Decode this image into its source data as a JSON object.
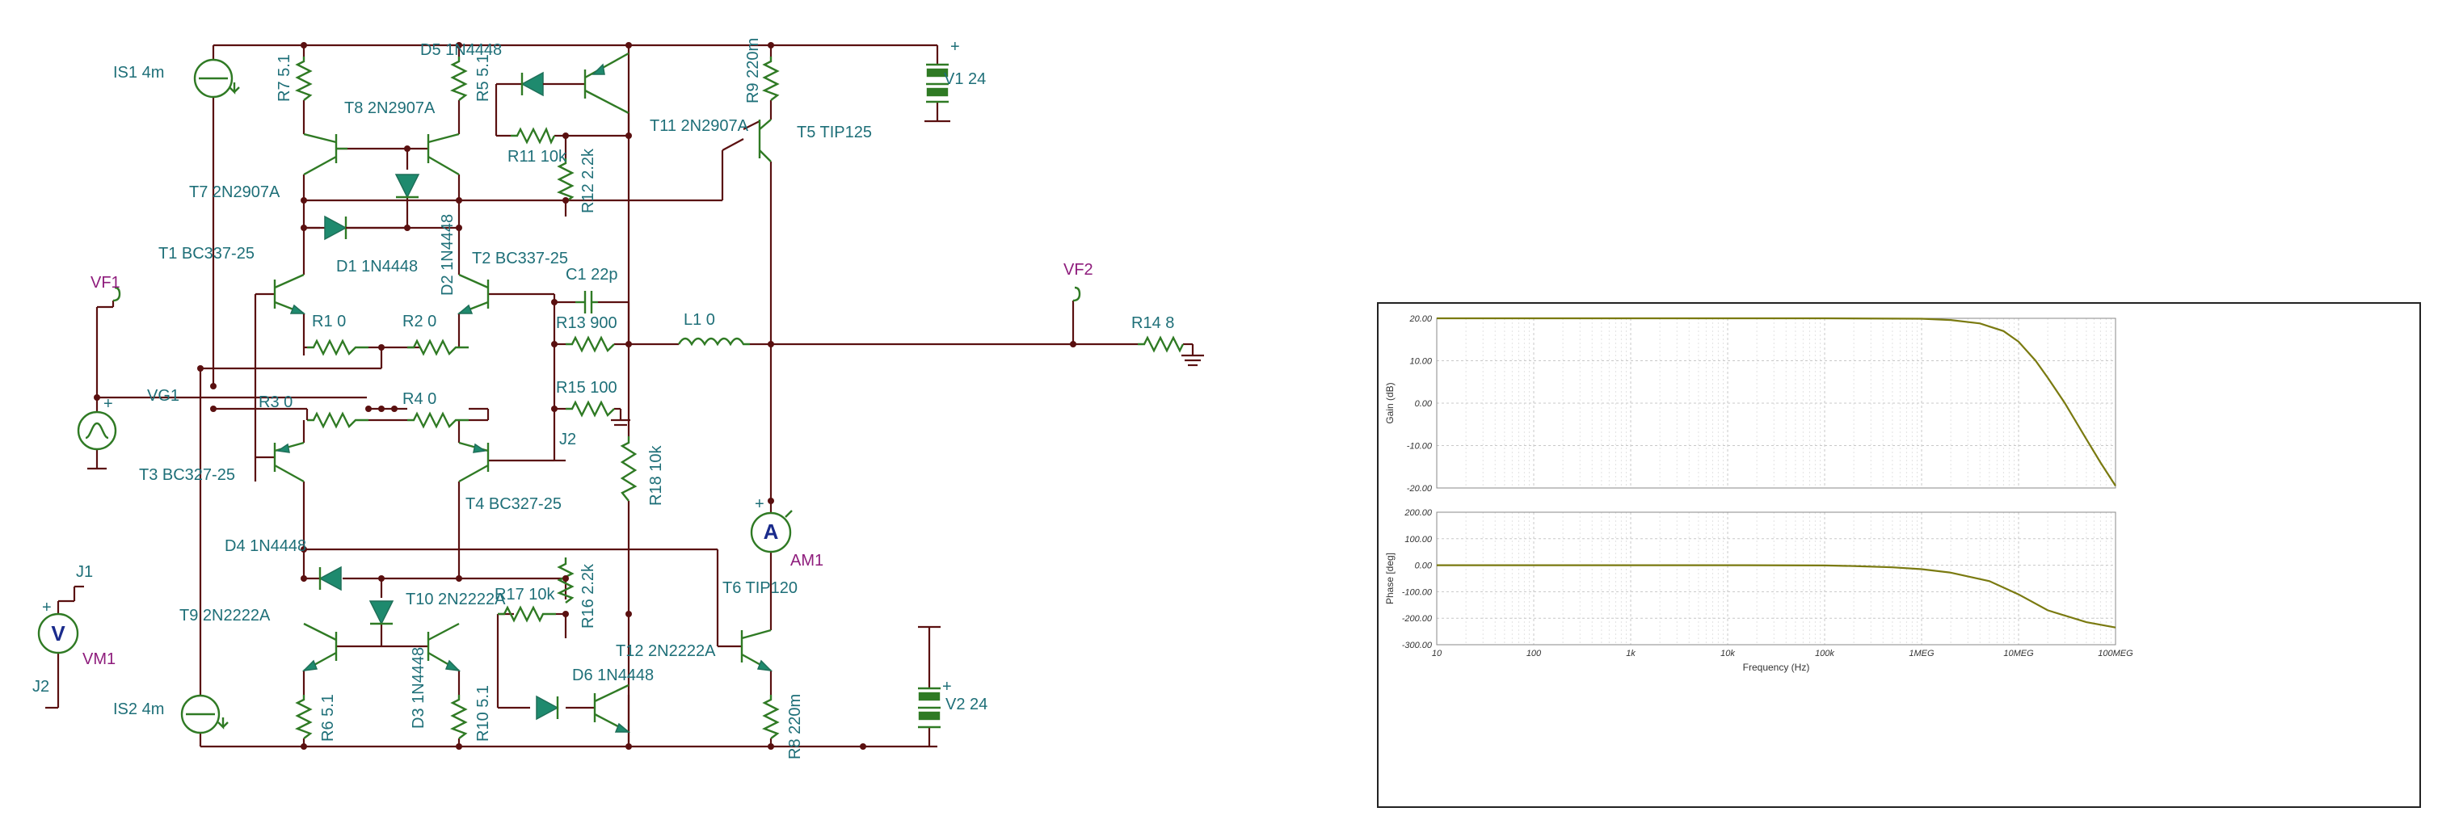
{
  "schematic": {
    "components": {
      "IS1": "IS1 4m",
      "IS2": "IS2 4m",
      "R7": "R7 5.1",
      "R5": "R5 5.1",
      "R9": "R9 220m",
      "R8": "R8 220m",
      "R6": "R6 5.1",
      "R10": "R10 5.1",
      "R1": "R1 0",
      "R2": "R2 0",
      "R3": "R3 0",
      "R4": "R4 0",
      "R11": "R11 10k",
      "R12": "R12 2.2k",
      "R13": "R13 900",
      "R14": "R14 8",
      "R15": "R15 100",
      "R16": "R16 2.2k",
      "R17": "R17 10k",
      "R18": "R18 10k",
      "D1": "D1 1N4448",
      "D2": "D2 1N4448",
      "D3": "D3 1N4448",
      "D4": "D4 1N4448",
      "D5": "D5 1N4448",
      "D6": "D6 1N4448",
      "T1": "T1 BC337-25",
      "T2": "T2 BC337-25",
      "T3": "T3 BC327-25",
      "T4": "T4 BC327-25",
      "T5": "T5 TIP125",
      "T6": "T6 TIP120",
      "T7": "T7 2N2907A",
      "T8": "T8 2N2907A",
      "T11": "T11 2N2907A",
      "T9": "T9 2N2222A",
      "T10": "T10 2N2222A",
      "T12": "T12 2N2222A",
      "C1": "C1 22p",
      "L1": "L1 0",
      "V1": "V1 24",
      "V2": "V2 24",
      "VG1": "VG1",
      "J2a": "J2",
      "J1": "J1",
      "J2b": "J2"
    },
    "probes": {
      "VF1": "VF1",
      "VF2": "VF2",
      "AM1": "AM1",
      "VM1": "VM1"
    },
    "meter_letters": {
      "ammeter": "A",
      "voltmeter": "V"
    },
    "colors": {
      "wire": "#5a1010",
      "component": "#2f7a24",
      "label": "#1e6f78",
      "probe": "#8e1c7c"
    }
  },
  "bode": {
    "gain_panel": {
      "ylabel": "Gain (dB)",
      "yticks": [
        "20.00",
        "10.00",
        "0.00",
        "-10.00",
        "-20.00"
      ],
      "ylim": [
        -20,
        20
      ]
    },
    "phase_panel": {
      "ylabel": "Phase [deg]",
      "yticks": [
        "200.00",
        "100.00",
        "0.00",
        "-100.00",
        "-200.00",
        "-300.00"
      ],
      "ylim": [
        -300,
        200
      ]
    },
    "xlabel": "Frequency (Hz)",
    "xticks": [
      "10",
      "100",
      "1k",
      "10k",
      "100k",
      "1MEG",
      "10MEG",
      "100MEG"
    ],
    "xscale": "log",
    "curve_color": "#7a7a10"
  },
  "chart_data": [
    {
      "type": "line",
      "xscale": "log",
      "xlabel": "Frequency (Hz)",
      "ylabel": "Gain (dB)",
      "xlim": [
        10,
        100000000
      ],
      "ylim": [
        -20,
        20
      ],
      "grid": true,
      "x": [
        10,
        100,
        1000,
        10000,
        100000,
        1000000,
        2000000,
        4000000,
        7000000,
        10000000,
        15000000,
        20000000,
        30000000,
        50000000,
        70000000,
        100000000
      ],
      "series": [
        {
          "values": [
            20,
            20,
            20,
            20,
            20,
            19.9,
            19.6,
            18.8,
            17,
            14.5,
            10,
            6,
            0,
            -8.5,
            -14,
            -19.5
          ]
        }
      ]
    },
    {
      "type": "line",
      "xscale": "log",
      "xlabel": "Frequency (Hz)",
      "ylabel": "Phase [deg]",
      "xlim": [
        10,
        100000000
      ],
      "ylim": [
        -300,
        200
      ],
      "grid": true,
      "x": [
        10,
        100,
        1000,
        10000,
        100000,
        200000,
        500000,
        1000000,
        2000000,
        5000000,
        10000000,
        20000000,
        50000000,
        100000000
      ],
      "series": [
        {
          "values": [
            0,
            0,
            0,
            0,
            -1,
            -3,
            -8,
            -15,
            -28,
            -60,
            -110,
            -170,
            -215,
            -235
          ]
        }
      ]
    }
  ]
}
